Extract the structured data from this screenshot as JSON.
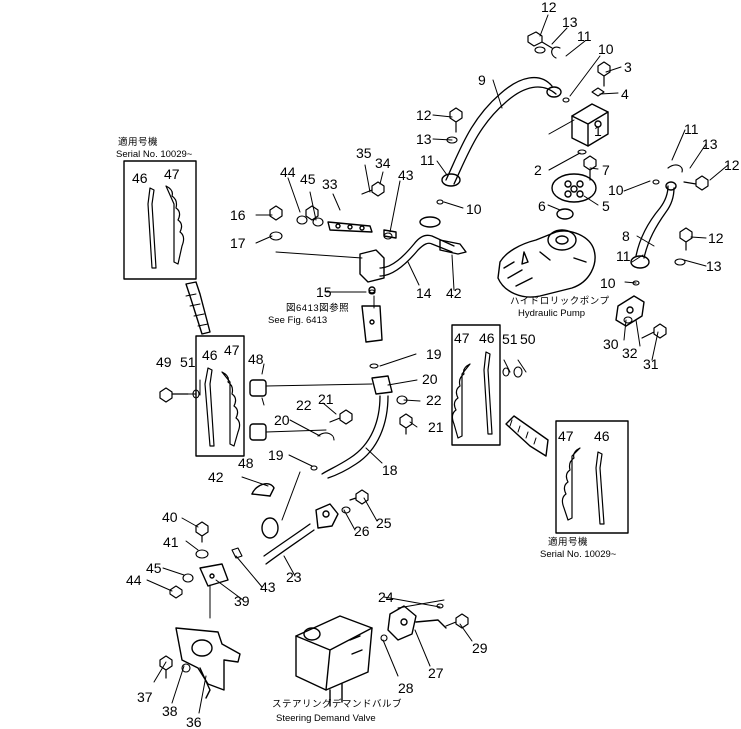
{
  "colors": {
    "ink": "#000000",
    "paper": "#ffffff"
  },
  "captions": {
    "serial_left_jp": "適用号機",
    "serial_left_en": "Serial No. 10029~",
    "serial_right_jp": "適用号機",
    "serial_right_en": "Serial No. 10029~",
    "see_fig_jp": "図6413図参照",
    "see_fig_en": "See Fig. 6413",
    "pump_jp": "ハイドロリックポンプ",
    "pump_en": "Hydraulic Pump",
    "valve_jp": "ステアリングデマンドバルブ",
    "valve_en": "Steering Demand Valve"
  },
  "callouts": [
    "1",
    "2",
    "3",
    "4",
    "5",
    "6",
    "7",
    "8",
    "9",
    "10",
    "10",
    "10",
    "10",
    "11",
    "11",
    "11",
    "11",
    "12",
    "12",
    "12",
    "12",
    "13",
    "13",
    "13",
    "13",
    "14",
    "15",
    "16",
    "17",
    "18",
    "19",
    "19",
    "20",
    "20",
    "21",
    "21",
    "22",
    "22",
    "23",
    "24",
    "25",
    "26",
    "27",
    "28",
    "29",
    "30",
    "31",
    "32",
    "33",
    "34",
    "35",
    "36",
    "37",
    "38",
    "39",
    "40",
    "41",
    "42",
    "42",
    "43",
    "43",
    "44",
    "44",
    "45",
    "45",
    "46",
    "46",
    "46",
    "46",
    "47",
    "47",
    "47",
    "47",
    "48",
    "48",
    "49",
    "50",
    "51",
    "51"
  ]
}
